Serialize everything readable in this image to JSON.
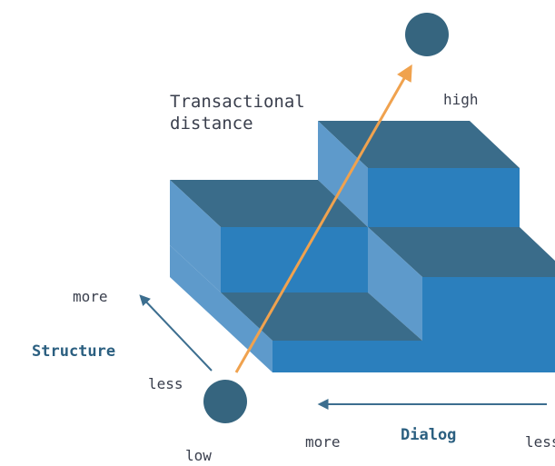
{
  "labels": {
    "transactional_distance": "Transactional\ndistance",
    "high": "high",
    "low": "low",
    "structure": "Structure",
    "structure_more": "more",
    "structure_less": "less",
    "dialog": "Dialog",
    "dialog_more": "more",
    "dialog_less": "less"
  },
  "colors": {
    "top_face": "#3a6c8a",
    "front_face": "#2b7fbd",
    "side_face": "#5e9acb",
    "arrow_orange": "#f0a24e",
    "axis_arrow": "#3c6e8f",
    "node": "#36657f"
  }
}
